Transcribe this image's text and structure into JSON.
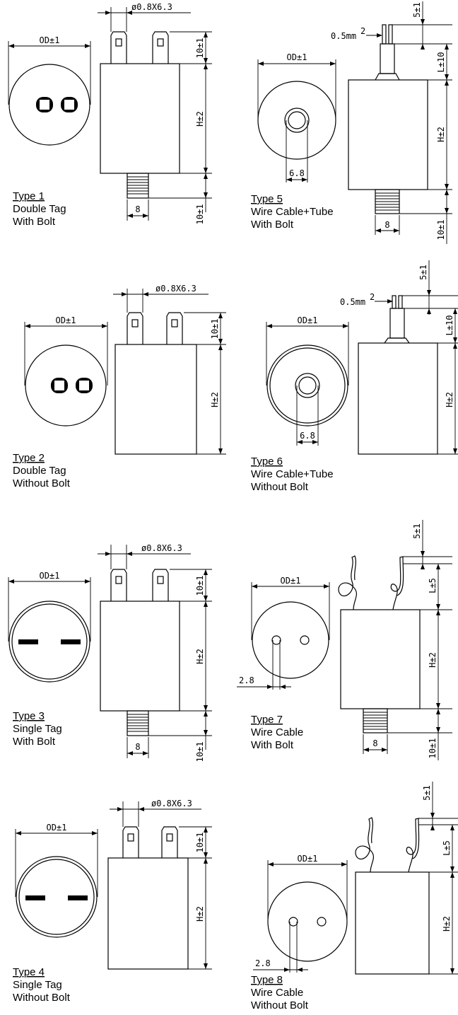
{
  "dims": {
    "tag": "ø0.8X6.3",
    "od": "OD±1",
    "h": "H±2",
    "pin10": "10±1",
    "bolt10": "10±1",
    "bolt": "8",
    "wire": "0.5mm",
    "wire_sup": "2",
    "l10": "L±10",
    "l5": "L±5",
    "top5": "5±1",
    "tube": "6.8",
    "pitch": "2.8"
  },
  "types": [
    {
      "title": "Type 1",
      "line1": "Double Tag",
      "line2": "With Bolt"
    },
    {
      "title": "Type 2",
      "line1": "Double Tag",
      "line2": "Without Bolt"
    },
    {
      "title": "Type 3",
      "line1": "Single Tag",
      "line2": "With Bolt"
    },
    {
      "title": "Type 4",
      "line1": "Single Tag",
      "line2": "Without Bolt"
    },
    {
      "title": "Type 5",
      "line1": "Wire Cable+Tube",
      "line2": "With Bolt"
    },
    {
      "title": "Type 6",
      "line1": "Wire Cable+Tube",
      "line2": "Without Bolt"
    },
    {
      "title": "Type 7",
      "line1": "Wire Cable",
      "line2": "With Bolt"
    },
    {
      "title": "Type 8",
      "line1": "Wire Cable",
      "line2": "Without Bolt"
    }
  ]
}
